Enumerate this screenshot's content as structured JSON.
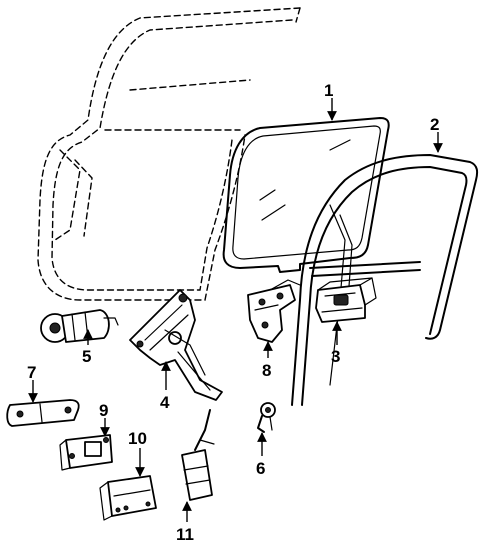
{
  "callouts": {
    "c1": "1",
    "c2": "2",
    "c3": "3",
    "c4": "4",
    "c5": "5",
    "c6": "6",
    "c7": "7",
    "c8": "8",
    "c9": "9",
    "c10": "10",
    "c11": "11"
  },
  "colors": {
    "line": "#000000",
    "background": "#ffffff"
  }
}
